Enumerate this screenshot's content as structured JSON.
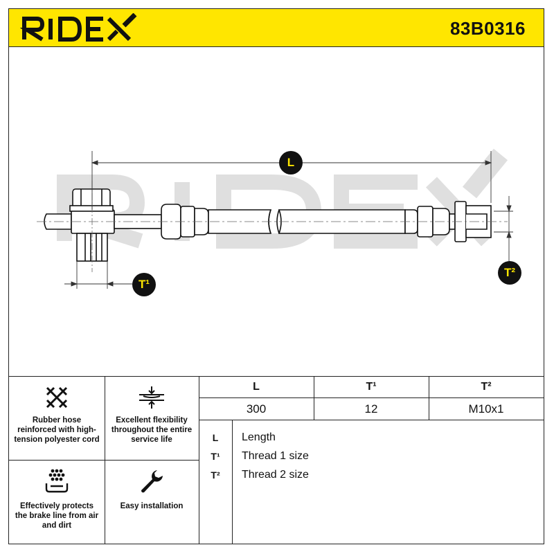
{
  "header": {
    "brand": "RIDEX",
    "part_number": "83B0316"
  },
  "drawing": {
    "markers": {
      "length": "L",
      "thread1": "T¹",
      "thread2": "T²"
    }
  },
  "features": [
    {
      "icon": "woven-cord-icon",
      "label": "Rubber hose reinforced with high-tension polyester cord"
    },
    {
      "icon": "flexibility-arrows-icon",
      "label": "Excellent flexibility throughout the entire service life"
    },
    {
      "icon": "dirt-shield-icon",
      "label": "Effectively protects the brake line from air and dirt"
    },
    {
      "icon": "wrench-icon",
      "label": "Easy installation"
    }
  ],
  "specs": {
    "headers": [
      "L",
      "T¹",
      "T²"
    ],
    "values": [
      "300",
      "12",
      "M10x1"
    ]
  },
  "legend": [
    {
      "key": "L",
      "text": "Length"
    },
    {
      "key": "T¹",
      "text": "Thread 1 size"
    },
    {
      "key": "T²",
      "text": "Thread 2 size"
    }
  ]
}
